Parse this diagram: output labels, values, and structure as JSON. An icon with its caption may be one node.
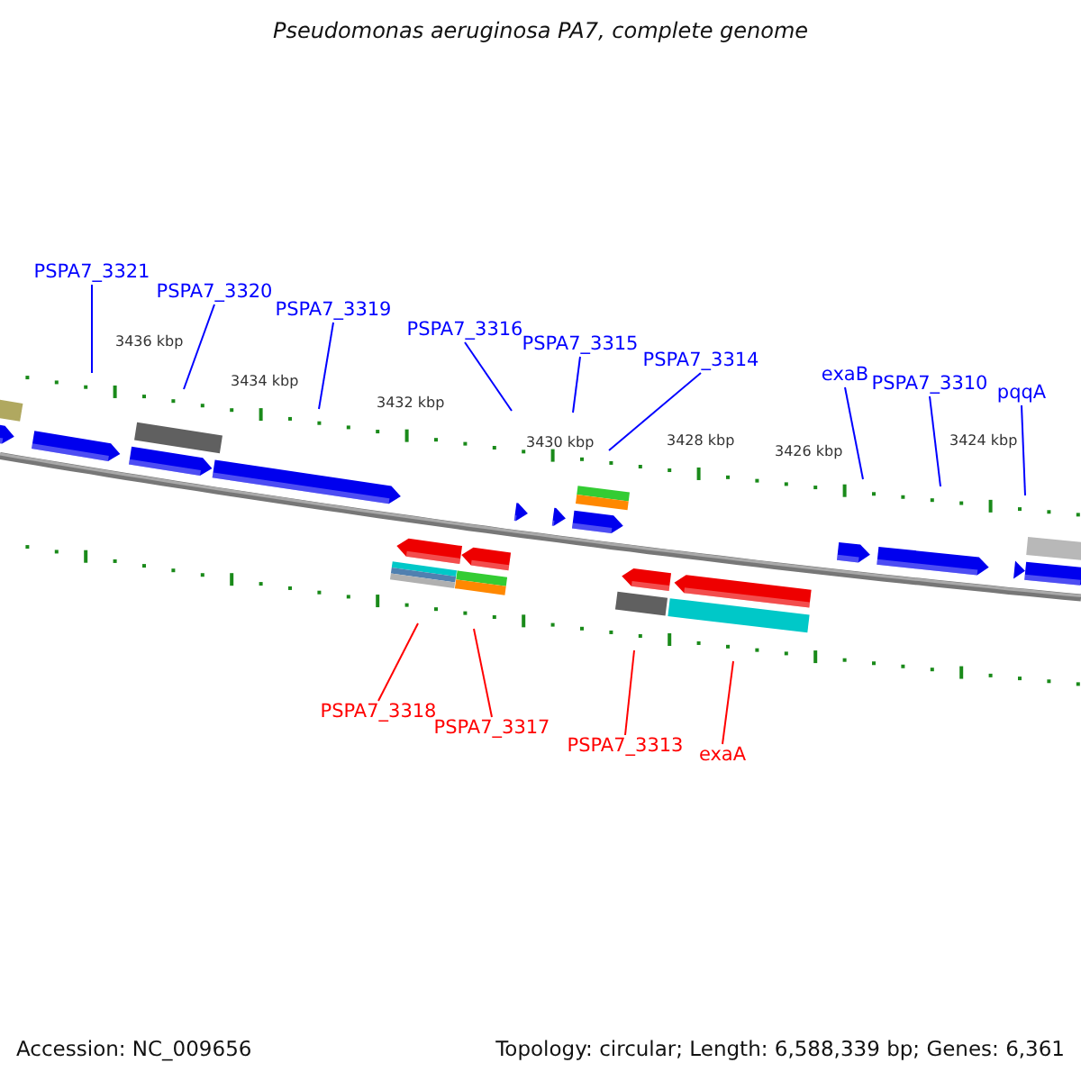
{
  "diagram": {
    "title": "Pseudomonas aeruginosa PA7, complete genome",
    "nodes": [
      {
        "text": [
          "PSPA7_3321"
        ]
      },
      {
        "text": [
          "PSPA7_3320"
        ]
      },
      {
        "text": [
          "PSPA7_3319"
        ]
      },
      {
        "text": [
          "PSPA7_3316"
        ]
      },
      {
        "text": [
          "PSPA7_3315"
        ]
      },
      {
        "text": [
          "PSPA7_3314"
        ]
      },
      {
        "text": [
          "exaB"
        ]
      },
      {
        "text": [
          "PSPA7_3310"
        ]
      },
      {
        "text": [
          "pqqA"
        ]
      },
      {
        "text": [
          "PSPA7_3318"
        ]
      },
      {
        "text": [
          "PSPA7_3317"
        ]
      },
      {
        "text": [
          "PSPA7_3313"
        ]
      },
      {
        "text": [
          "exaA"
        ]
      }
    ],
    "edges": [
      {
        "from": 0,
        "to": null,
        "arrow": "none"
      },
      {
        "from": 1,
        "to": null,
        "arrow": "none"
      },
      {
        "from": 2,
        "to": null,
        "arrow": "none"
      },
      {
        "from": 3,
        "to": null,
        "arrow": "none"
      },
      {
        "from": 4,
        "to": null,
        "arrow": "none"
      },
      {
        "from": 5,
        "to": null,
        "arrow": "none"
      },
      {
        "from": 6,
        "to": null,
        "arrow": "none"
      },
      {
        "from": 7,
        "to": null,
        "arrow": "none"
      },
      {
        "from": 8,
        "to": null,
        "arrow": "none"
      },
      {
        "from": 9,
        "to": null,
        "arrow": "none",
        "color": "#ff0000"
      },
      {
        "from": 10,
        "to": null,
        "arrow": "none",
        "color": "#ff0000"
      },
      {
        "from": 11,
        "to": null,
        "arrow": "none",
        "color": "#ff0000"
      },
      {
        "from": 12,
        "to": null,
        "arrow": "none",
        "color": "#ff0000"
      }
    ],
    "labels": [
      "3436 kbp",
      "3434 kbp",
      "3432 kbp",
      "3430 kbp",
      "3428 kbp",
      "3426 kbp",
      "3424 kbp",
      "Accession: NC_009656",
      "Topology: circular; Length: 6,588,339 bp; Genes: 6,361"
    ]
  }
}
